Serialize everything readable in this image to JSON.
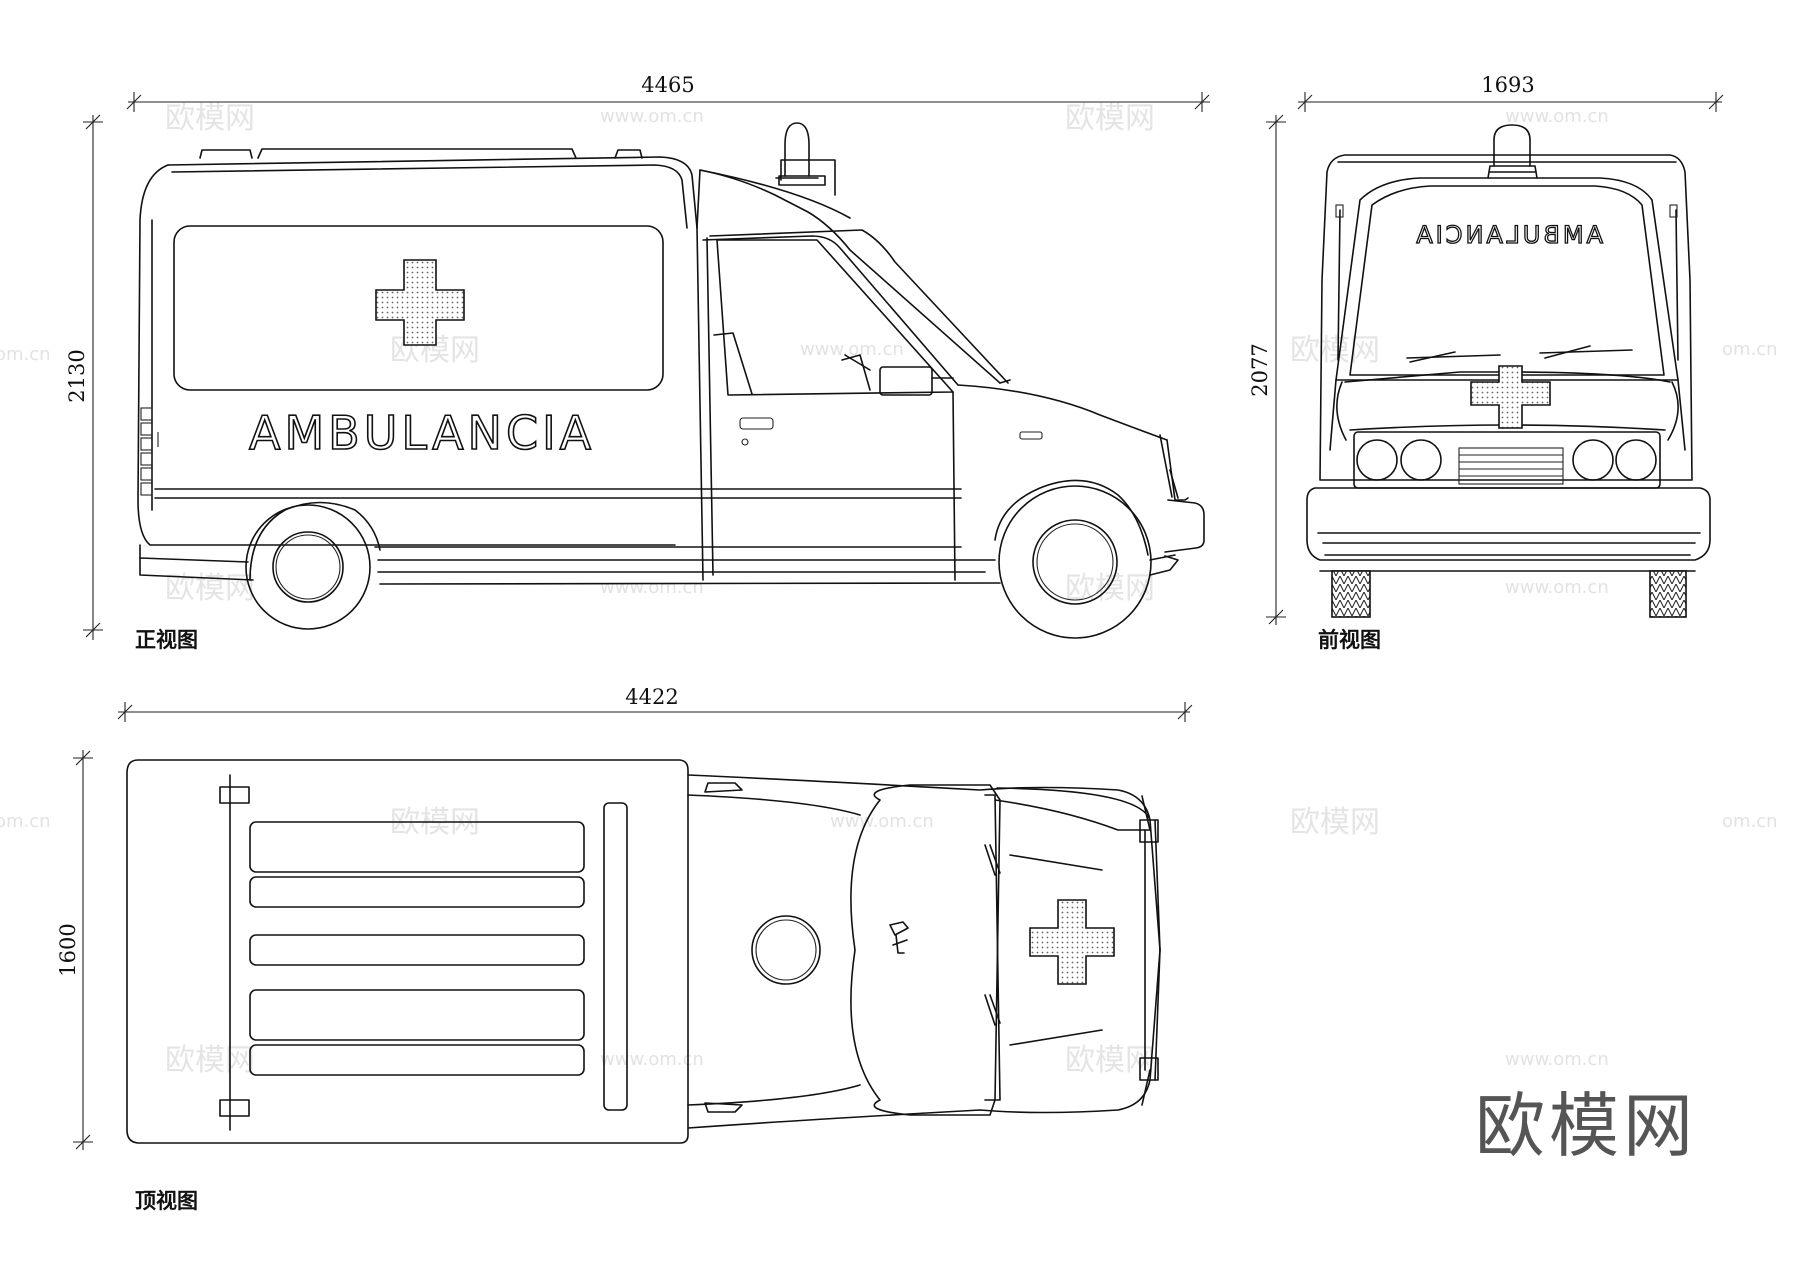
{
  "dimensions": {
    "side_length": "4465",
    "side_height": "2130",
    "front_width": "1693",
    "front_height": "2077",
    "top_length": "4422",
    "top_width": "1600"
  },
  "view_labels": {
    "side": "正视图",
    "front": "前视图",
    "top": "顶视图"
  },
  "vehicle_text": {
    "side": "AMBULANCIA",
    "front_mirrored": "AMBULANCIA"
  },
  "watermark": {
    "brand": "欧模网",
    "url": "www.om.cn",
    "url_partial": "om.cn"
  },
  "colors": {
    "line": "#111111",
    "watermark": "#cfcfcf",
    "logo": "#555555"
  },
  "icons": [
    "red-cross-icon",
    "beacon-light-icon",
    "wheel-icon",
    "headlight-icon"
  ]
}
